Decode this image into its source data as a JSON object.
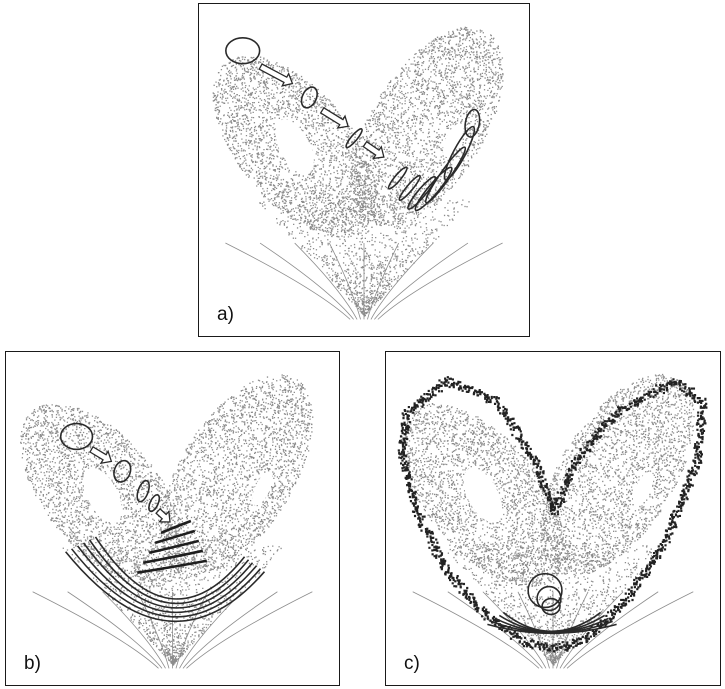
{
  "panels": [
    {
      "id": "a",
      "label": "a)"
    },
    {
      "id": "b",
      "label": "b)"
    },
    {
      "id": "c",
      "label": "c)"
    }
  ],
  "colors": {
    "attractor": "#8c8c8c",
    "ink": "#222222",
    "frame": "#1a1a1a"
  }
}
